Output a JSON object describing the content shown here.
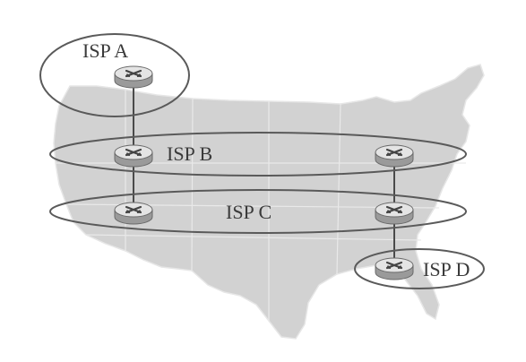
{
  "colors": {
    "background": "#ffffff",
    "map_fill": "#d2d2d2",
    "map_border": "#e6e6e6",
    "ring_stroke": "#5a5a5a",
    "link_stroke": "#4a4a4a",
    "router_top": "#e4e4e4",
    "router_side": "#9a9a9a",
    "router_mark": "#444444"
  },
  "isps": {
    "a": {
      "label": "ISP A"
    },
    "b": {
      "label": "ISP B"
    },
    "c": {
      "label": "ISP C"
    },
    "d": {
      "label": "ISP D"
    }
  },
  "routers": [
    "router",
    "router",
    "router",
    "router",
    "router",
    "router"
  ],
  "icons": {
    "router": "router-icon",
    "map": "us-map-silhouette"
  }
}
